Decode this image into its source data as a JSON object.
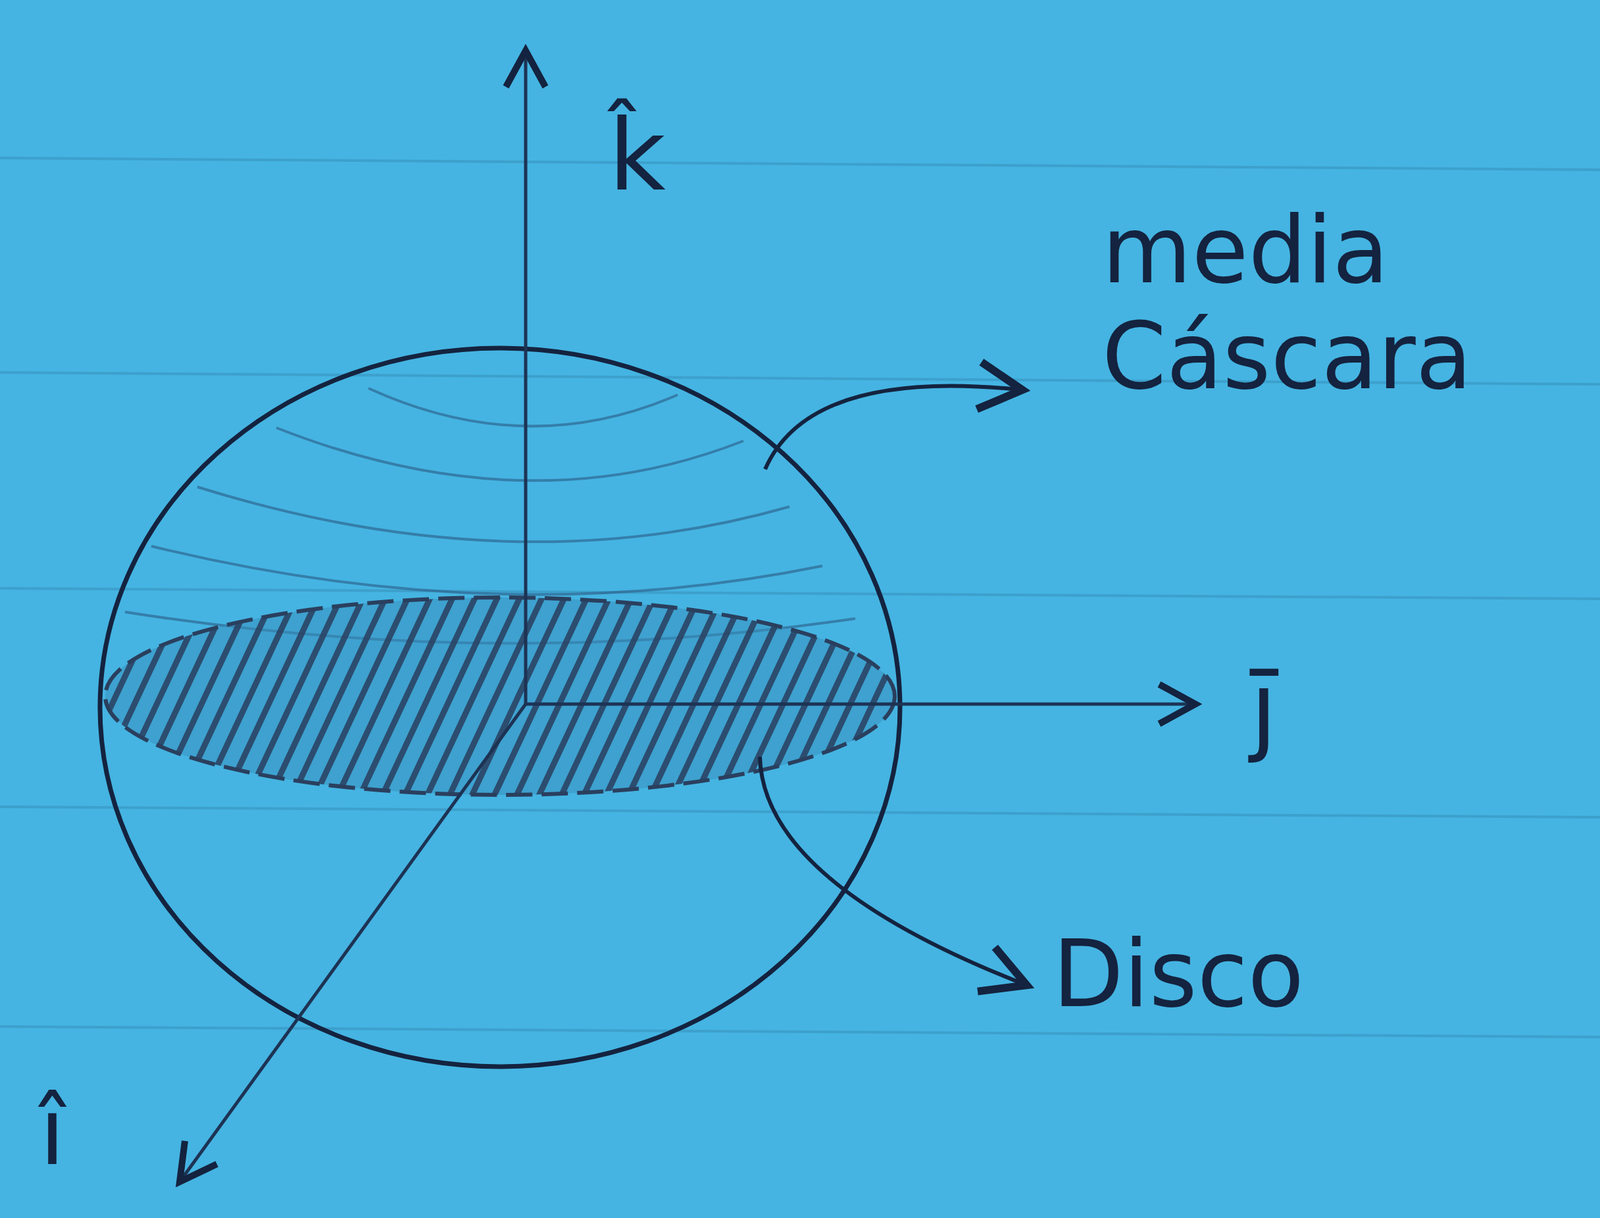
{
  "diagram": {
    "labels": [
      "k̂",
      "media Cáscara",
      "j̄",
      "Disco",
      "î"
    ]
  }
}
